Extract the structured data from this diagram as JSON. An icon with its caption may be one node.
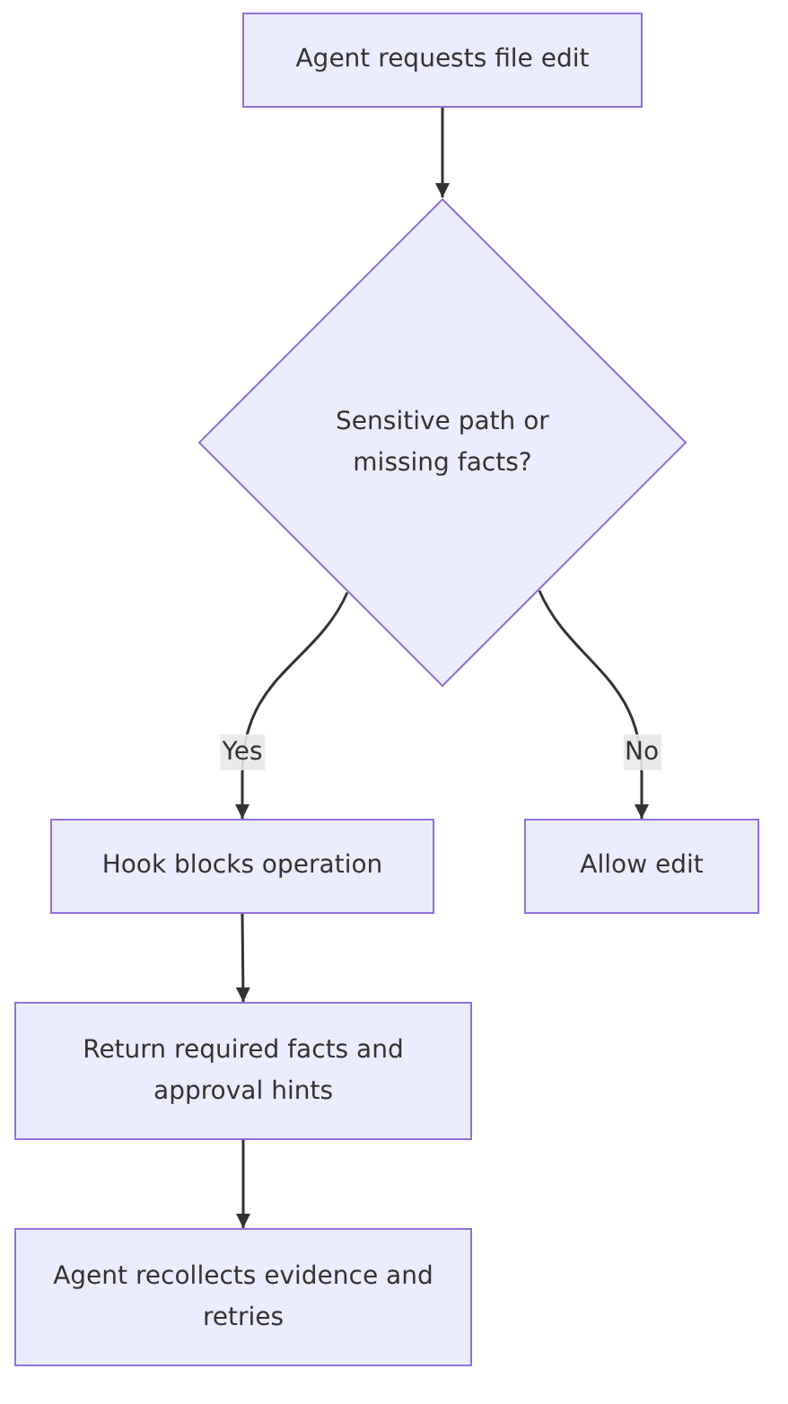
{
  "diagram": {
    "nodes": [
      {
        "text": [
          "Agent requests file edit"
        ]
      },
      {
        "text": [
          "Sensitive path or missing facts?"
        ]
      },
      {
        "text": [
          "Hook blocks operation"
        ]
      },
      {
        "text": [
          "Allow edit"
        ]
      },
      {
        "text": [
          "Return required facts and approval hints"
        ]
      },
      {
        "text": [
          "Agent recollects evidence and retries"
        ]
      }
    ],
    "edges": [
      {
        "from": 0,
        "to": 1,
        "arrow": "to"
      },
      {
        "from": 1,
        "to": 2,
        "arrow": "to",
        "label": "Yes"
      },
      {
        "from": 1,
        "to": 3,
        "arrow": "to",
        "label": "No"
      },
      {
        "from": 2,
        "to": 4,
        "arrow": "to"
      },
      {
        "from": 4,
        "to": 5,
        "arrow": "to"
      }
    ]
  }
}
